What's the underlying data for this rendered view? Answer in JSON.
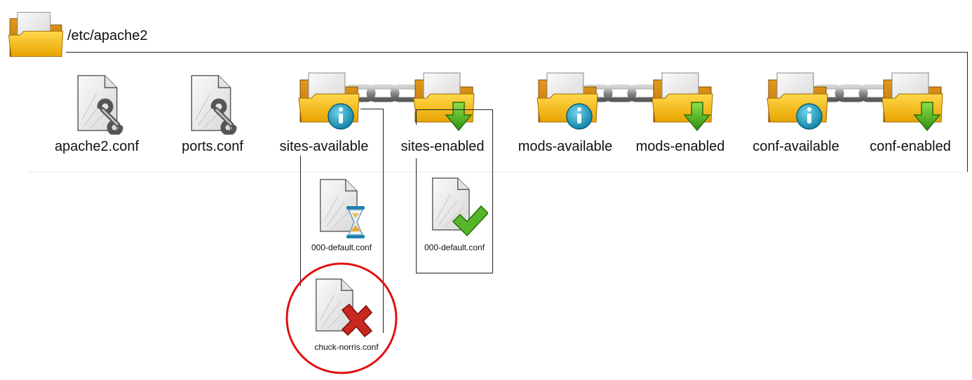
{
  "root": {
    "path": "/etc/apache2"
  },
  "items": [
    {
      "label": "apache2.conf",
      "icon": "config-file-icon"
    },
    {
      "label": "ports.conf",
      "icon": "config-file-icon"
    },
    {
      "label": "sites-available",
      "icon": "folder-info-icon"
    },
    {
      "label": "sites-enabled",
      "icon": "folder-arrow-down-icon"
    },
    {
      "label": "mods-available",
      "icon": "folder-info-icon"
    },
    {
      "label": "mods-enabled",
      "icon": "folder-arrow-down-icon"
    },
    {
      "label": "conf-available",
      "icon": "folder-info-icon"
    },
    {
      "label": "conf-enabled",
      "icon": "folder-arrow-down-icon"
    }
  ],
  "sites_available_files": [
    {
      "label": "000-default.conf",
      "icon": "file-hourglass-icon"
    },
    {
      "label": "chuck-norris.conf",
      "icon": "file-red-x-icon",
      "highlighted": true
    }
  ],
  "sites_enabled_files": [
    {
      "label": "000-default.conf",
      "icon": "file-checkmark-icon"
    }
  ],
  "colors": {
    "folder": "#f2b705",
    "info_badge": "#1aa3c8",
    "arrow": "#4caf1f",
    "check": "#57b52a",
    "cross": "#c8281e",
    "highlight_circle": "#e01010",
    "chain": "#8a8a8a"
  }
}
